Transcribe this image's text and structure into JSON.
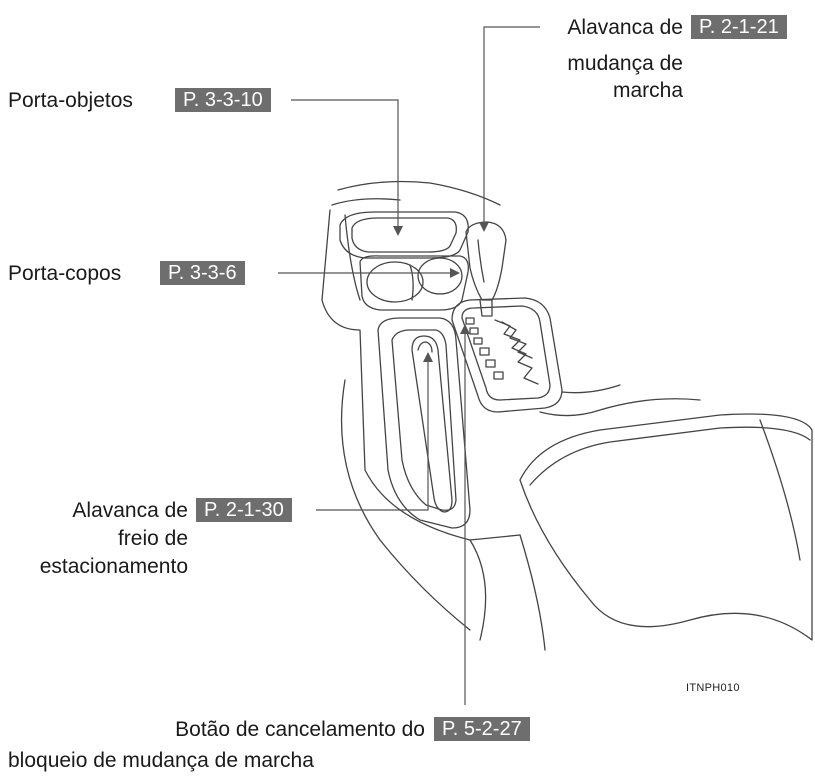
{
  "labels": {
    "shift_lever": {
      "lines": [
        "Alavanca de",
        "mudança de",
        "marcha"
      ],
      "ref": "P. 2-1-21"
    },
    "glove_box": {
      "lines": [
        "Porta-objetos"
      ],
      "ref": "P. 3-3-10"
    },
    "cup_holder": {
      "lines": [
        "Porta-copos"
      ],
      "ref": "P. 3-3-6"
    },
    "parking_brake": {
      "lines": [
        "Alavanca de",
        "freio de",
        "estacionamento"
      ],
      "ref": "P. 2-1-30"
    },
    "shift_lock_release": {
      "lines": [
        "Botão de cancelamento do",
        "bloqueio de mudança de marcha"
      ],
      "ref": "P. 5-2-27"
    }
  },
  "figure_code": "ITNPH010",
  "colors": {
    "tag_bg": "#6e6e6e",
    "tag_text": "#ffffff",
    "line": "#555555"
  }
}
